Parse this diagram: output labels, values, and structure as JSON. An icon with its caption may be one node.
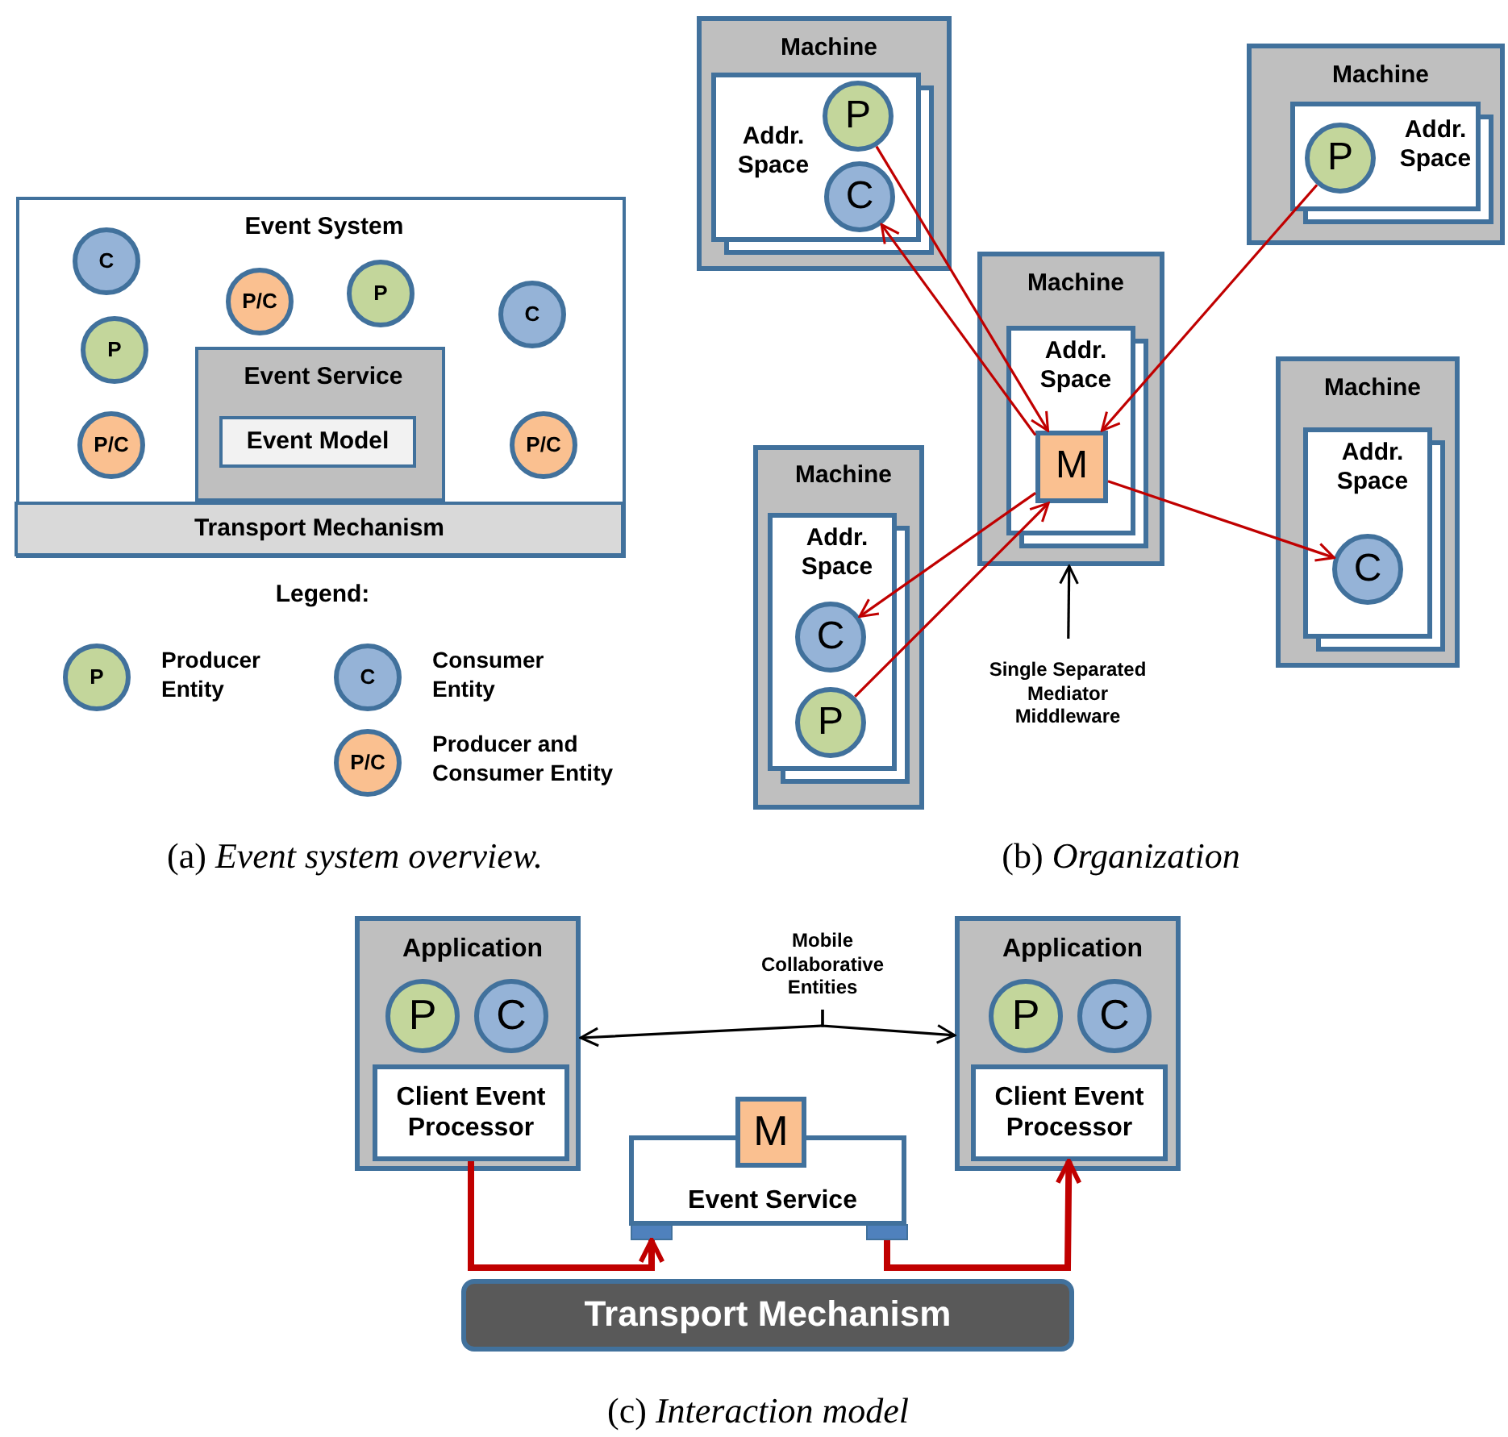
{
  "diagram": {
    "nodes": [
      {
        "text": [
          "Event System"
        ]
      },
      {
        "text": [
          "C"
        ],
        "in": 0
      },
      {
        "text": [
          "P/C"
        ],
        "in": 0
      },
      {
        "text": [
          "P"
        ],
        "in": 0
      },
      {
        "text": [
          "C"
        ],
        "in": 0
      },
      {
        "text": [
          "P"
        ],
        "in": 0
      },
      {
        "text": [
          "Event Service"
        ],
        "in": 0
      },
      {
        "text": [
          "Event Model"
        ],
        "in": 6
      },
      {
        "text": [
          "P/C"
        ],
        "in": 0
      },
      {
        "text": [
          "P/C"
        ],
        "in": 0
      },
      {
        "text": [
          "Transport Mechanism"
        ],
        "in": 0
      },
      {
        "text": [
          "P"
        ],
        "beside": [
          "Producer Entity"
        ]
      },
      {
        "text": [
          "C"
        ],
        "beside": [
          "Consumer Entity"
        ]
      },
      {
        "text": [
          "P/C"
        ],
        "beside": [
          "Producer and Consumer Entity"
        ]
      },
      {
        "text": [
          "Machine"
        ]
      },
      {
        "text": [
          "Addr. Space"
        ],
        "in": 14
      },
      {
        "text": [
          "P"
        ],
        "in": 15
      },
      {
        "text": [
          "C"
        ],
        "in": 15
      },
      {
        "text": [
          "Machine"
        ]
      },
      {
        "text": [
          "Addr. Space"
        ],
        "in": 18
      },
      {
        "text": [
          "P"
        ],
        "in": 19
      },
      {
        "text": [
          "Machine"
        ]
      },
      {
        "text": [
          "Addr. Space"
        ],
        "in": 21
      },
      {
        "text": [
          "M"
        ],
        "in": 22
      },
      {
        "text": [
          "Machine"
        ]
      },
      {
        "text": [
          "Addr. Space"
        ],
        "in": 24
      },
      {
        "text": [
          "C"
        ],
        "in": 25
      },
      {
        "text": [
          "Machine"
        ]
      },
      {
        "text": [
          "Addr. Space"
        ],
        "in": 27
      },
      {
        "text": [
          "C"
        ],
        "in": 28
      },
      {
        "text": [
          "P"
        ],
        "in": 28
      },
      {
        "text": [
          "Single Separated Mediator Middleware"
        ]
      },
      {
        "text": [
          "Application"
        ]
      },
      {
        "text": [
          "P"
        ],
        "in": 32
      },
      {
        "text": [
          "C"
        ],
        "in": 32
      },
      {
        "text": [
          "Client Event Processor"
        ],
        "in": 32
      },
      {
        "text": [
          "Application"
        ]
      },
      {
        "text": [
          "P"
        ],
        "in": 36
      },
      {
        "text": [
          "C"
        ],
        "in": 36
      },
      {
        "text": [
          "Client Event Processor"
        ],
        "in": 36
      },
      {
        "text": [
          "Mobile Collaborative Entities"
        ]
      },
      {
        "text": [
          "Event Service"
        ]
      },
      {
        "text": [
          "M"
        ]
      },
      {
        "text": [],
        "shape": "box"
      },
      {
        "text": [],
        "shape": "box"
      },
      {
        "text": [
          "Transport Mechanism"
        ]
      }
    ],
    "edges": [
      {
        "from": 16,
        "to": 23,
        "arrow": "to"
      },
      {
        "from": 23,
        "to": 17,
        "arrow": "to"
      },
      {
        "from": 20,
        "to": 23,
        "arrow": "to"
      },
      {
        "from": 23,
        "to": 26,
        "arrow": "to"
      },
      {
        "from": 23,
        "to": 29,
        "arrow": "to"
      },
      {
        "from": 30,
        "to": 23,
        "arrow": "to"
      },
      {
        "from": 31,
        "to": 21,
        "arrow": "to",
        "color": "#000000"
      },
      {
        "from": 40,
        "to": 32,
        "arrow": "to",
        "color": "#000000"
      },
      {
        "from": 40,
        "to": 36,
        "arrow": "to",
        "color": "#000000"
      },
      {
        "from": 35,
        "to": 43,
        "arrow": "to",
        "style": "thick"
      },
      {
        "from": 44,
        "to": 39,
        "arrow": "to",
        "style": "thick"
      }
    ],
    "labels": [
      "Legend:",
      "(a) *Event system overview.*",
      "(b) *Organization*",
      "(c) *Interaction model*"
    ]
  }
}
